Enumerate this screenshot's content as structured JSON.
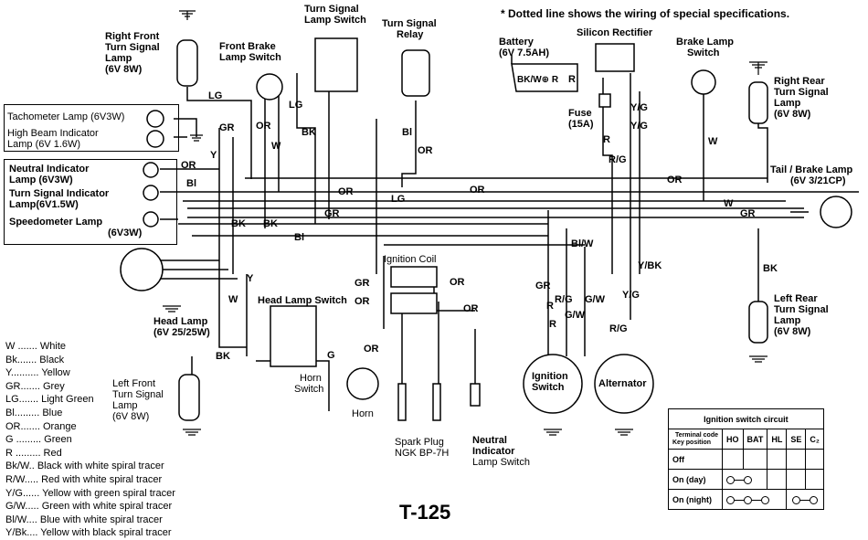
{
  "title": "T-125",
  "note": "* Dotted line shows the wiring of special specifications.",
  "components": {
    "right_front_turn": [
      "Right Front",
      "Turn Signal",
      "Lamp",
      "(6V 8W)"
    ],
    "front_brake_switch": [
      "Front Brake",
      "Lamp Switch"
    ],
    "turn_signal_switch": [
      "Turn Signal",
      "Lamp Switch"
    ],
    "turn_signal_relay": [
      "Turn Signal",
      "Relay"
    ],
    "battery": [
      "Battery",
      "(6V 7.5AH)"
    ],
    "silicon_rectifier": "Silicon Rectifier",
    "brake_lamp_switch": [
      "Brake Lamp",
      "Switch"
    ],
    "right_rear_turn": [
      "Right Rear",
      "Turn Signal",
      "Lamp",
      "(6V 8W)"
    ],
    "tail_brake_lamp": [
      "Tail / Brake Lamp",
      "(6V 3/21CP)"
    ],
    "fuse": [
      "Fuse",
      "(15A)"
    ],
    "tachometer_lamp": "Tachometer Lamp (6V3W)",
    "high_beam_indicator": [
      "High Beam Indicator",
      "Lamp (6V 1.6W)"
    ],
    "neutral_indicator_lamp": [
      "Neutral Indicator",
      "Lamp (6V3W)"
    ],
    "turn_signal_indicator": [
      "Turn Signal Indicator",
      "Lamp(6V1.5W)"
    ],
    "speedometer_lamp": [
      "Speedometer Lamp",
      "(6V3W)"
    ],
    "head_lamp": [
      "Head Lamp",
      "(6V  25/25W)"
    ],
    "head_lamp_switch": "Head Lamp Switch",
    "horn_switch": [
      "Horn",
      "Switch"
    ],
    "horn": "Horn",
    "ignition_coil": "Ignition Coil",
    "spark_plug": [
      "Spark Plug",
      "NGK BP-7H"
    ],
    "neutral_indicator_switch": [
      "Neutral",
      "Indicator",
      "Lamp Switch"
    ],
    "ignition_switch": [
      "Ignition",
      "Switch"
    ],
    "alternator": "Alternator",
    "left_rear_turn": [
      "Left Rear",
      "Turn Signal",
      "Lamp",
      "(6V  8W)"
    ],
    "left_front_turn": [
      "Left Front",
      "Turn Signal",
      "Lamp",
      "(6V 8W)"
    ]
  },
  "battery_terminals": "BK/W⊕ R",
  "wire_labels": [
    "LG",
    "GR",
    "OR",
    "W",
    "BK",
    "LG",
    "Bl",
    "OR",
    "OR",
    "Y",
    "Bl",
    "OR",
    "LG",
    "OR",
    "W",
    "GR",
    "BK",
    "BK",
    "GR",
    "Bl",
    "Bl/W",
    "Y/BK",
    "BK",
    "R",
    "R/G",
    "Y/G",
    "OR",
    "R",
    "GR",
    "R",
    "R/G",
    "G/W",
    "G/W",
    "R/G",
    "Y/G",
    "W",
    "Y",
    "W",
    "OR",
    "OR",
    "GR",
    "G",
    "BK",
    "OR",
    "OR",
    "R",
    "Y/G"
  ],
  "legend": [
    "W ....... White",
    "Bk....... Black",
    "Y.......... Yellow",
    "GR....... Grey",
    "LG....... Light Green",
    "Bl......... Blue",
    "OR....... Orange",
    "G ......... Green",
    "R ......... Red",
    "Bk/W.. Black with white spiral tracer",
    "R/W..... Red with white spiral tracer",
    "Y/G...... Yellow with green spiral tracer",
    "G/W..... Green with white spiral tracer",
    "Bl/W.... Blue with white spiral tracer",
    "Y/Bk.... Yellow  with black spiral tracer"
  ],
  "ignition_table": {
    "title": "Ignition switch circuit",
    "corner_top": "Terminal code",
    "corner_bottom": "Key position",
    "columns": [
      "HO",
      "BAT",
      "HL",
      "SE",
      "C₂"
    ],
    "rows": [
      "Off",
      "On (day)",
      "On (night)"
    ]
  }
}
